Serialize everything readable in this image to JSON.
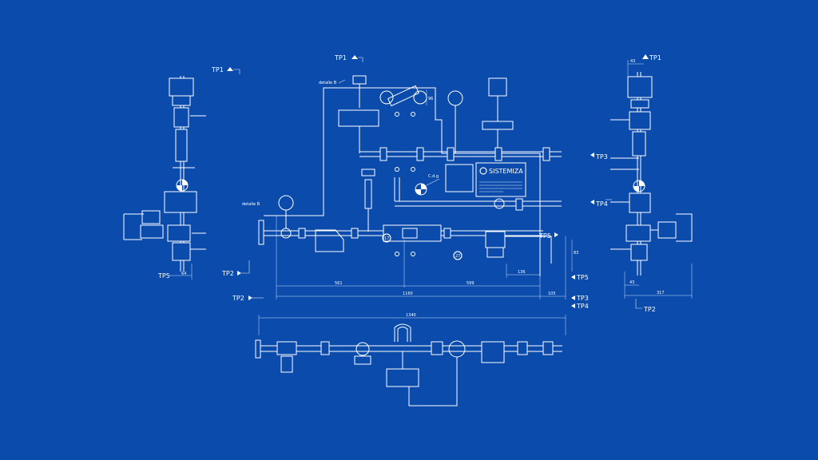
{
  "labels": {
    "tp1": "TP1",
    "tp2": "TP2",
    "tp3": "TP3",
    "tp4": "TP4",
    "tp5": "TP5",
    "detalle_b": "detalle B"
  },
  "logo": {
    "brand": "SISTEMIZA"
  },
  "callouts": {
    "c17": "17",
    "c27": "27",
    "cdg": "C.d.g"
  },
  "dimensions": {
    "d1160": "1160",
    "d561": "561",
    "d599": "599",
    "d105": "105",
    "d136": "136",
    "d83": "83",
    "d1340": "1340",
    "d43_top": "43",
    "d43_bot": "43",
    "d317": "317",
    "d64": "64",
    "d96": "96"
  },
  "colors": {
    "background": "#0a4bab",
    "lines": "#ffffff"
  }
}
